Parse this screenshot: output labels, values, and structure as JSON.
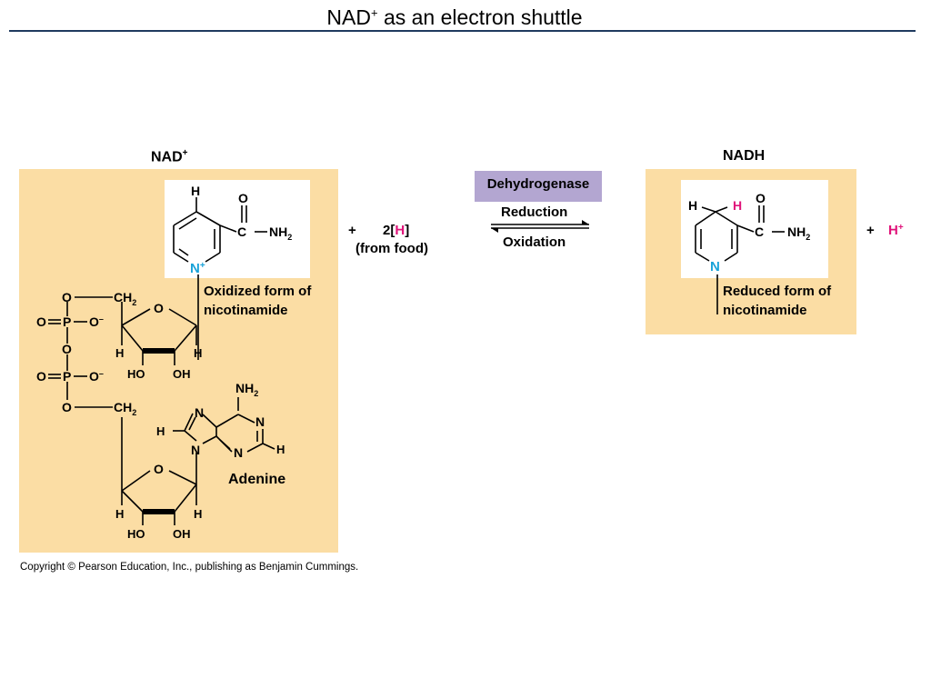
{
  "slide": {
    "title_main": "NAD",
    "title_sup": "+",
    "title_rest": " as an electron shuttle"
  },
  "nad": {
    "label": "NAD",
    "label_sup": "+",
    "oxidized_line1": "Oxidized form of",
    "oxidized_line2": "nicotinamide",
    "adenine": "Adenine",
    "atoms": {
      "h_top": "H",
      "o": "O",
      "c": "C",
      "nh2": "NH",
      "sub2": "2",
      "n_plus": "N",
      "plus": "+",
      "ribose_o": "O",
      "ch2": "CH",
      "p_o": "O",
      "p": "P",
      "o_minus": "O",
      "minus": "–",
      "h": "H",
      "ho": "HO",
      "oh": "OH",
      "n": "N"
    }
  },
  "reaction": {
    "plus1": "+",
    "two": "2[",
    "h": "H",
    "close": "]",
    "from_food": "(from food)",
    "enzyme": "Dehydrogenase",
    "forward": "Reduction",
    "reverse": "Oxidation"
  },
  "nadh": {
    "label": "NADH",
    "reduced_line1": "Reduced form of",
    "reduced_line2": "nicotinamide",
    "plus2": "+",
    "h_plus": "H",
    "h_plus_sup": "+"
  },
  "footer": {
    "copyright": "Copyright © Pearson Education, Inc., publishing as Benjamin Cummings."
  },
  "colors": {
    "panel": "#fbdda4",
    "enzyme_box": "#b3a6d1",
    "hydrogen_magenta": "#e0137a",
    "nitrogen_cyan": "#1aa3d9",
    "title_rule": "#1f3a5f"
  }
}
